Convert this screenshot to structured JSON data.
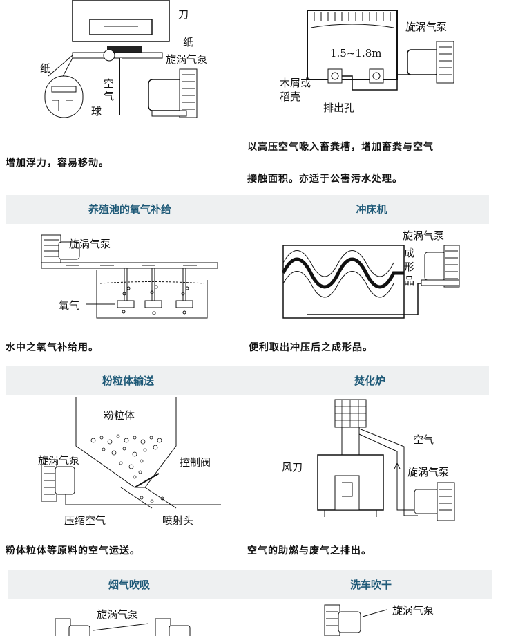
{
  "fig_top_left": {
    "blade": "刀",
    "paper_right": "纸",
    "pump": "旋涡气泵",
    "paper_left": "纸",
    "air": "空\n气",
    "ball": "球"
  },
  "fig_top_right": {
    "distance": "1.5~1.8m",
    "pump": "旋涡气泵",
    "sawdust": "木屑或\n稻壳",
    "outlet": "排出孔"
  },
  "captions": {
    "top_left": "增加浮力，容易移动。",
    "top_right_1": "以高压空气喙入畜粪槽，增加畜粪与空气",
    "top_right_2": "接触面积。亦适于公害污水处理。",
    "mid_left": "水中之氧气补给用。",
    "mid_right": "便利取出冲压后之成形品。",
    "low_left": "粉体粒体等原料的空气运送。",
    "low_right": "空气的助燃与废气之排出。"
  },
  "sections": {
    "pond": "养殖池的氧气补给",
    "press": "冲床机",
    "powder": "粉粒体输送",
    "incinerator": "焚化炉",
    "smoke": "烟气吹吸",
    "carwash": "洗车吹干"
  },
  "fig_pond": {
    "pump": "旋涡气泵",
    "oxygen": "氧气"
  },
  "fig_press": {
    "pump": "旋涡气泵",
    "product": "成\n形\n品"
  },
  "fig_powder": {
    "material": "粉粒体",
    "pump": "旋涡气泵",
    "valve": "控制阀",
    "compressed_air": "压缩空气",
    "nozzle": "喷射头"
  },
  "fig_incinerator": {
    "air": "空气",
    "blade": "风刀",
    "pump": "旋涡气泵"
  },
  "fig_smoke": {
    "pump": "旋涡气泵"
  },
  "fig_carwash": {
    "pump": "旋涡气泵"
  }
}
